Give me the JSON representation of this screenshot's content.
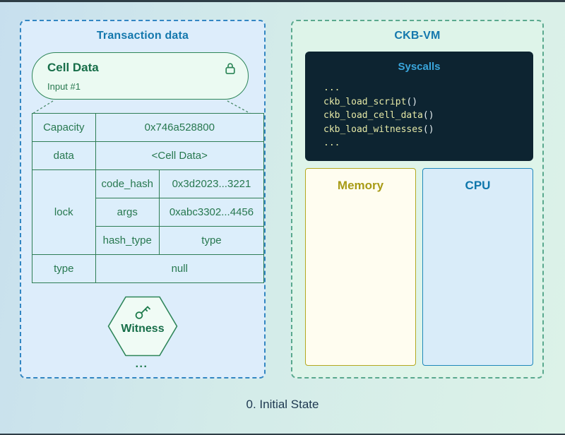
{
  "caption": "0. Initial State",
  "transaction_panel": {
    "title": "Transaction data",
    "cell_card": {
      "title": "Cell Data",
      "subtitle": "Input #1",
      "icon": "lock-icon"
    },
    "table": {
      "rows": {
        "capacity": {
          "key": "Capacity",
          "value": "0x746a528800"
        },
        "data": {
          "key": "data",
          "value": "<Cell Data>"
        },
        "lock": {
          "key": "lock",
          "sub": [
            {
              "key": "code_hash",
              "value": "0x3d2023...3221"
            },
            {
              "key": "args",
              "value": "0xabc3302...4456"
            },
            {
              "key": "hash_type",
              "value": "type"
            }
          ]
        },
        "type": {
          "key": "type",
          "value": "null"
        }
      }
    },
    "witness": {
      "label": "Witness",
      "icon": "key-icon"
    },
    "ellipsis": "..."
  },
  "vm_panel": {
    "title": "CKB-VM",
    "syscalls": {
      "title": "Syscalls",
      "lines": [
        {
          "text": "...",
          "suffix": ""
        },
        {
          "text": "ckb_load_script",
          "suffix": "()"
        },
        {
          "text": "ckb_load_cell_data",
          "suffix": "()"
        },
        {
          "text": "ckb_load_witnesses",
          "suffix": "()"
        },
        {
          "text": "...",
          "suffix": ""
        }
      ]
    },
    "memory_label": "Memory",
    "cpu_label": "CPU"
  },
  "colors": {
    "background_blue": "#c7dfee",
    "background_green": "#dcf2e8",
    "panel_left_fill": "#ddedfb",
    "panel_left_dash": "#3286c2",
    "panel_right_fill": "#def4e9",
    "panel_right_dash": "#5aa98e",
    "title_blue": "#1478ad",
    "diagram_green": "#2e8659",
    "table_text_green": "#27784f",
    "syscalls_bg": "#0d2431",
    "syscalls_title": "#3aa6dc",
    "code_text": "#e5e8a6",
    "memory_accent": "#b4a81f",
    "cpu_accent": "#1f88bb",
    "caption_text": "#1d3850"
  }
}
